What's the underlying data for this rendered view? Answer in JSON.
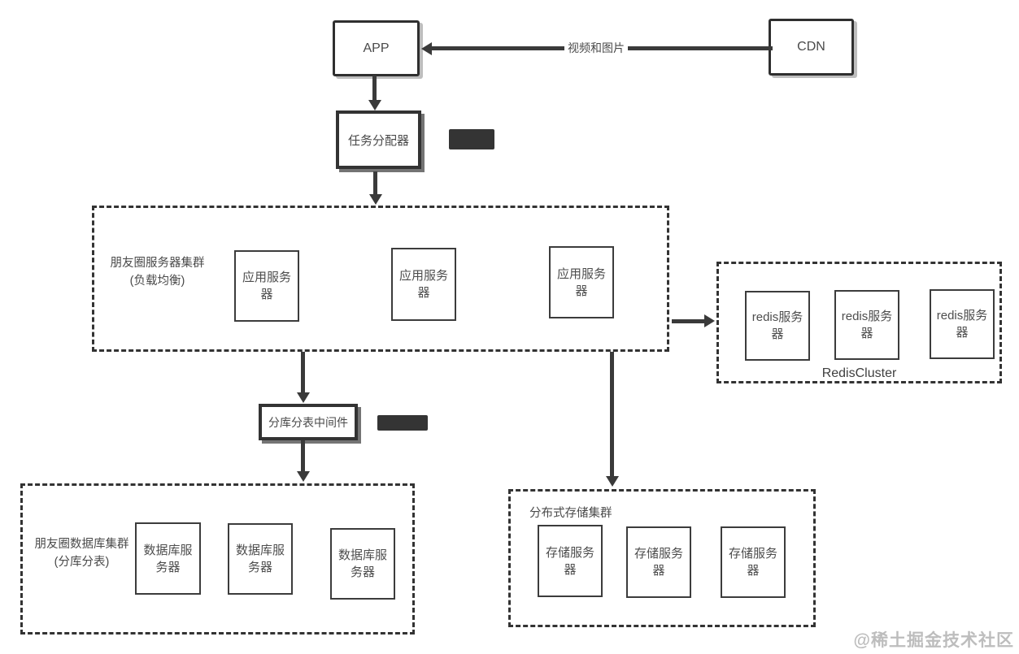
{
  "diagram": {
    "nodes": {
      "app": {
        "label": "APP"
      },
      "cdn": {
        "label": "CDN"
      },
      "task_dispatcher": {
        "label": "任务分配器"
      },
      "middleware": {
        "label": "分库分表中间件"
      }
    },
    "edges": {
      "cdn_to_app": {
        "label": "视频和图片"
      }
    },
    "clusters": {
      "server_cluster": {
        "title_line1": "朋友圈服务器集群",
        "title_line2": "(负载均衡)",
        "servers": [
          "应用服务器",
          "应用服务器",
          "应用服务器"
        ]
      },
      "redis_cluster": {
        "title": "RedisCluster",
        "servers": [
          "redis服务器",
          "redis服务器",
          "redis服务器"
        ]
      },
      "db_cluster": {
        "title_line1": "朋友圈数据库集群",
        "title_line2": "(分库分表)",
        "servers": [
          "数据库服务器",
          "数据库服务器",
          "数据库服务器"
        ]
      },
      "storage_cluster": {
        "title": "分布式存储集群",
        "servers": [
          "存储服务器",
          "存储服务器",
          "存储服务器"
        ]
      }
    },
    "colors": {
      "line": "#3a3a3a",
      "border": "#333333",
      "text": "#4a4a4a",
      "dark_label_fill": "#343434",
      "watermark": "#bdbdbd",
      "background": "#ffffff"
    },
    "watermark": {
      "text": "@稀土掘金技术社区"
    }
  }
}
